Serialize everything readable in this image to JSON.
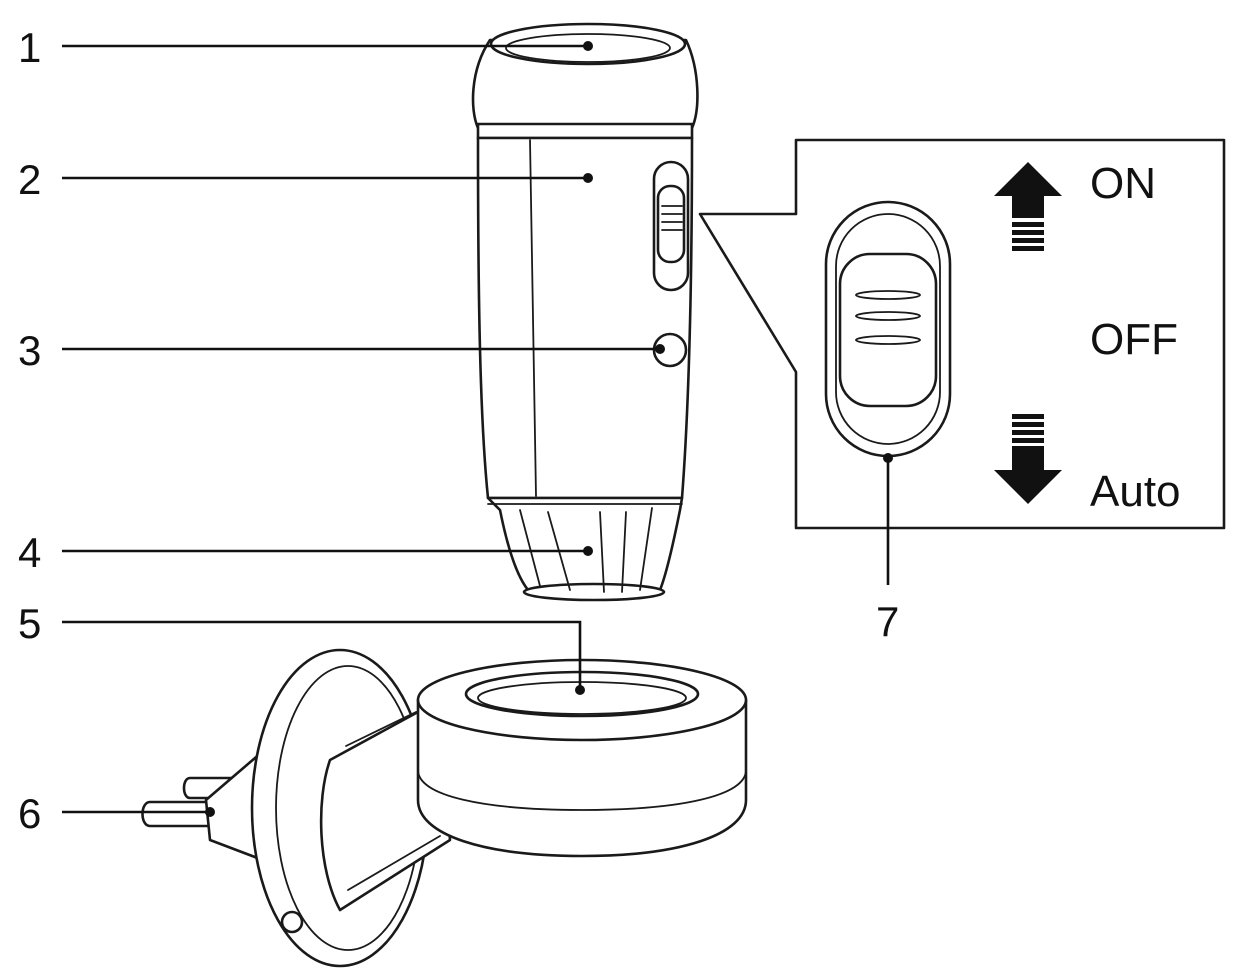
{
  "callouts": [
    {
      "number": "1"
    },
    {
      "number": "2"
    },
    {
      "number": "3"
    },
    {
      "number": "4"
    },
    {
      "number": "5"
    },
    {
      "number": "6"
    },
    {
      "number": "7"
    }
  ],
  "switch_positions": {
    "on": "ON",
    "off": "OFF",
    "auto": "Auto"
  },
  "icons": [
    "arrow-up-icon",
    "arrow-down-icon"
  ],
  "colors": {
    "ink": "#1a1a1a",
    "background": "#ffffff"
  }
}
